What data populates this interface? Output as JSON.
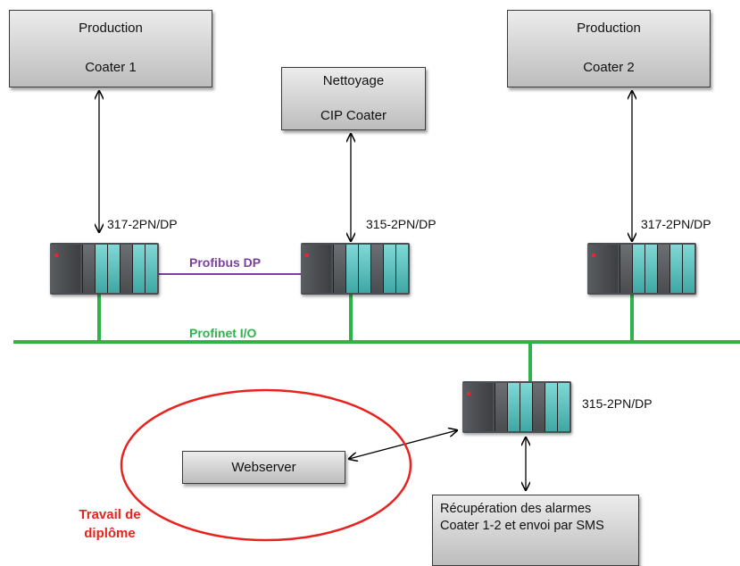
{
  "boxes": {
    "production1": {
      "line1": "Production",
      "line2": "Coater 1"
    },
    "production2": {
      "line1": "Production",
      "line2": "Coater 2"
    },
    "nettoyage": {
      "line1": "Nettoyage",
      "line2": "CIP Coater"
    },
    "webserver": {
      "label": "Webserver"
    },
    "alarms": {
      "text": "Récupération des alarmes Coater 1-2 et envoi par SMS"
    }
  },
  "plc_labels": {
    "plc1": "317-2PN/DP",
    "plc2": "315-2PN/DP",
    "plc3": "317-2PN/DP",
    "plc4": "315-2PN/DP"
  },
  "networks": {
    "profibus": {
      "label": "Profibus DP",
      "color": "#7b3f9e"
    },
    "profinet": {
      "label": "Profinet I/O",
      "color": "#2db34a"
    }
  },
  "highlight": {
    "label_line1": "Travail de",
    "label_line2": "diplôme",
    "color": "#e8231f"
  }
}
